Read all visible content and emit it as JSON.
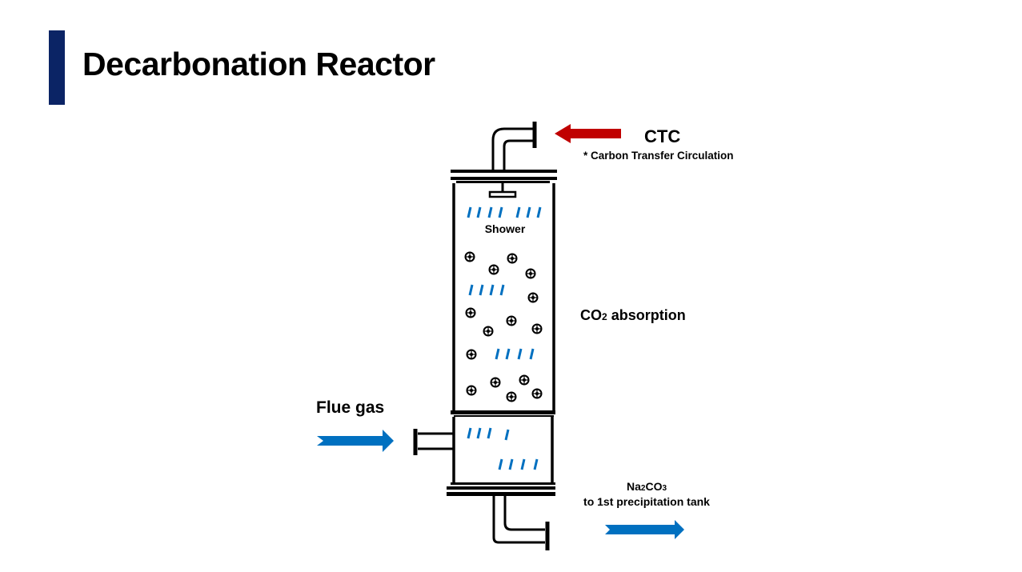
{
  "slide": {
    "title": "Decarbonation Reactor",
    "accent_color": "#0b2465"
  },
  "diagram": {
    "inlet_top": {
      "label": "CTC",
      "note": "* Carbon Transfer Circulation",
      "arrow_color": "#c00000"
    },
    "shower_label": "Shower",
    "absorption_label": {
      "prefix": "CO",
      "subscript": "2",
      "suffix": " absorption"
    },
    "inlet_side": {
      "label": "Flue gas",
      "arrow_color": "#0070c0"
    },
    "outlet_bottom": {
      "product": {
        "part1": "Na",
        "sub1": "2",
        "part2": "CO",
        "sub2": "3"
      },
      "destination": "to 1st precipitation tank",
      "arrow_color": "#0070c0"
    },
    "spray_color": "#0070c0"
  }
}
